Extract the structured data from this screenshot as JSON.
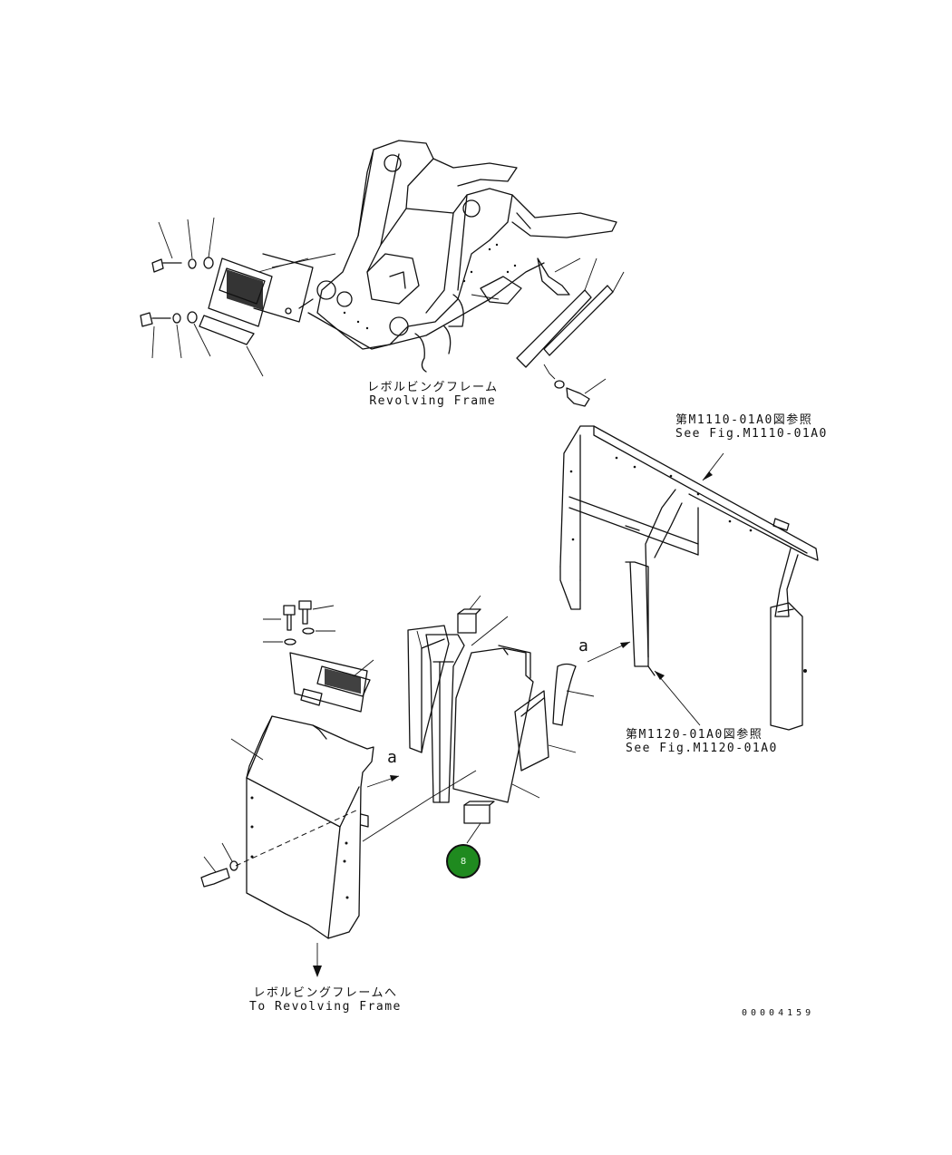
{
  "labels": {
    "revolving_frame_jp": "レボルビングフレーム",
    "revolving_frame_en": "Revolving Frame",
    "see_m1110_jp": "第M1110-01A0図参照",
    "see_m1110_en": "See Fig.M1110-01A0",
    "see_m1120_jp": "第M1120-01A0図参照",
    "see_m1120_en": "See Fig.M1120-01A0",
    "to_revolving_frame_jp": "レボルビングフレームへ",
    "to_revolving_frame_en": "To Revolving Frame",
    "view_marker_1": "a",
    "view_marker_2": "a",
    "drawing_number": "00004159"
  },
  "callouts": [
    {
      "number": "8",
      "color": "#1f8a1f"
    }
  ]
}
